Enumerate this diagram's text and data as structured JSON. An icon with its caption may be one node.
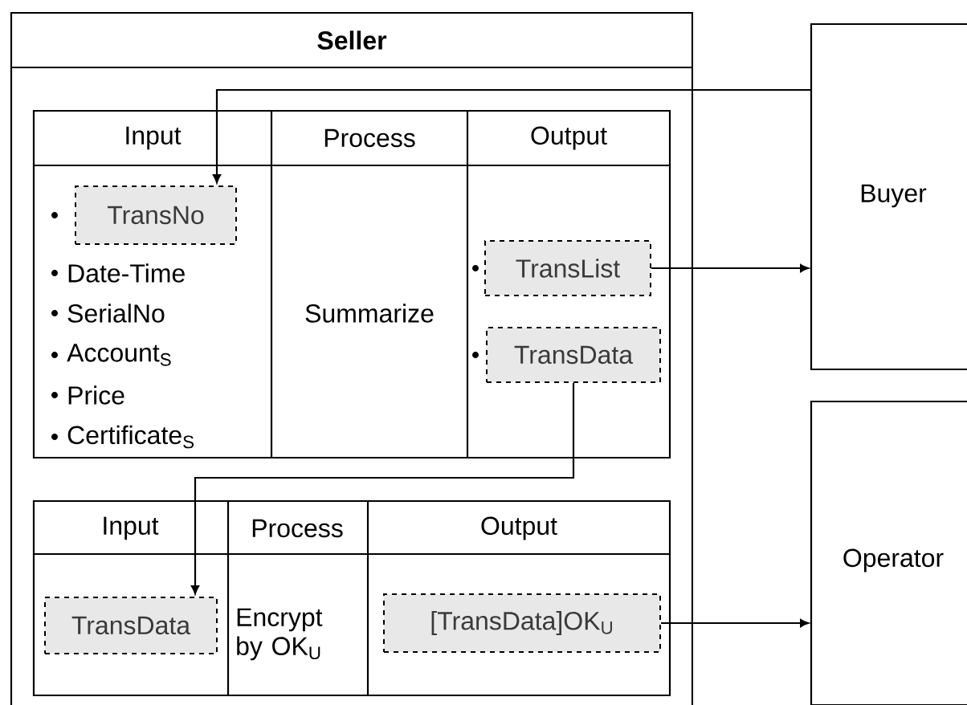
{
  "diagram": {
    "nodes": [
      {
        "text": [
          "Seller"
        ]
      },
      {
        "text": [
          "Input",
          "Process",
          "Output",
          "Date-Time",
          "SerialNo",
          "Account$_{S}$",
          "Price",
          "Certificate$_{S}$",
          "Summarize"
        ],
        "in": 0
      },
      {
        "text": [
          "TransNo"
        ],
        "in": 1
      },
      {
        "text": [
          "TransList"
        ],
        "in": 1
      },
      {
        "text": [
          "TransData"
        ],
        "in": 1
      },
      {
        "text": [
          "Input",
          "Process",
          "Output",
          "Encrypt by OK$_{U}$"
        ],
        "in": 0
      },
      {
        "text": [
          "TransData"
        ],
        "in": 5
      },
      {
        "text": [
          "[TransData]OK$_{U}$"
        ],
        "in": 5
      },
      {
        "text": [
          "Buyer"
        ]
      },
      {
        "text": [
          "Operator"
        ]
      }
    ],
    "edges": [
      {
        "from": 8,
        "to": 2,
        "arrow": "to"
      },
      {
        "from": 3,
        "to": 8,
        "arrow": "to"
      },
      {
        "from": 4,
        "to": 6,
        "arrow": "to"
      },
      {
        "from": 7,
        "to": 9,
        "arrow": "to"
      }
    ]
  }
}
